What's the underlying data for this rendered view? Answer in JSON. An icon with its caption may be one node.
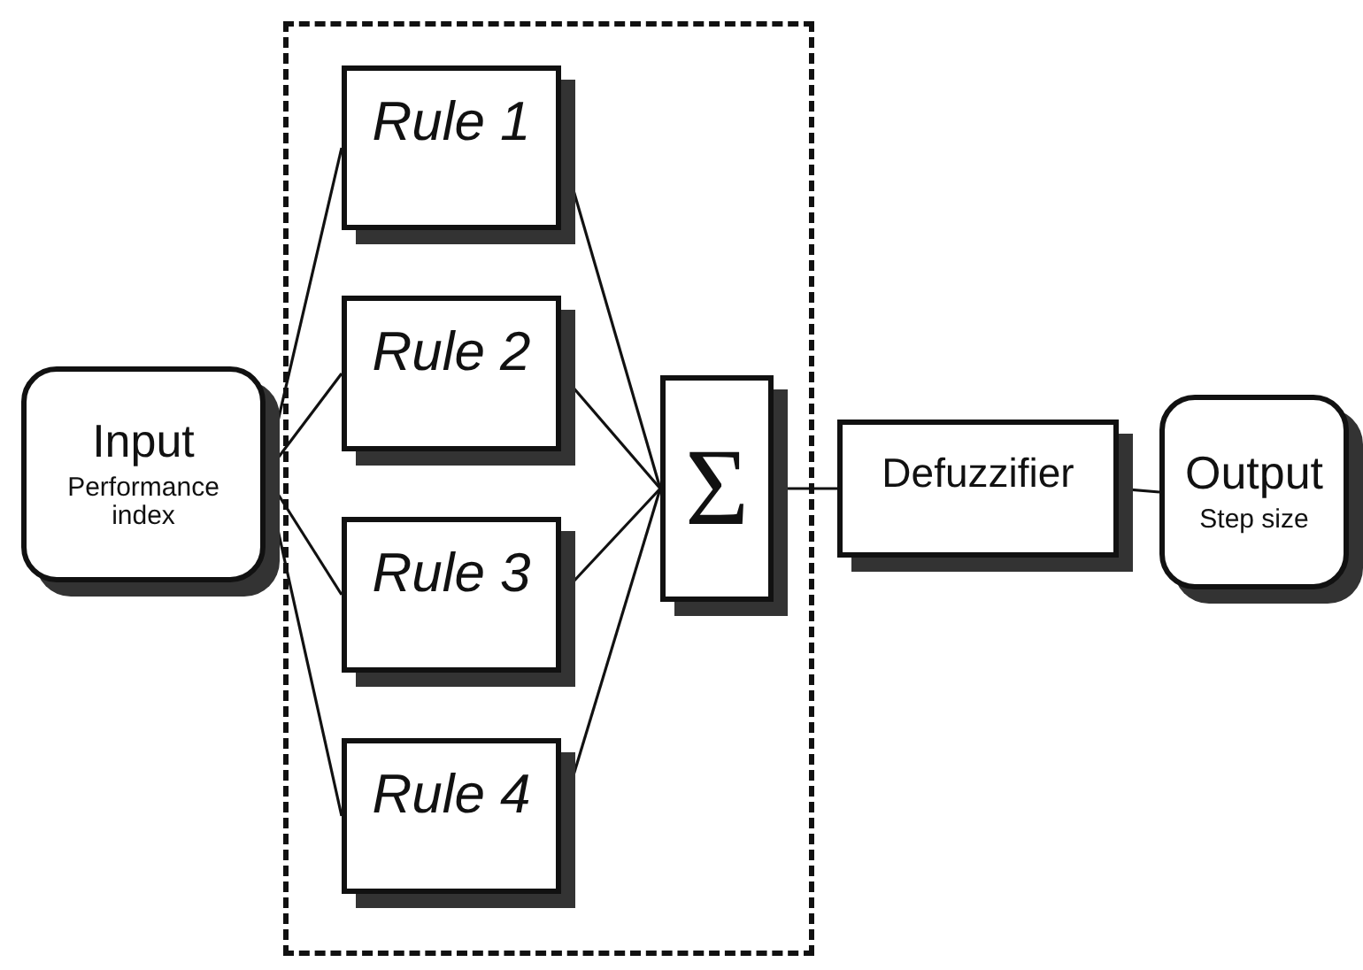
{
  "diagram": {
    "nodes": [
      {
        "text": [
          "Input",
          "Performance index"
        ]
      },
      {
        "text": [],
        "shape": "box"
      },
      {
        "text": [
          "Rule 1"
        ],
        "in": 1
      },
      {
        "text": [
          "Rule 2"
        ],
        "in": 1
      },
      {
        "text": [
          "Rule 3"
        ],
        "in": 1
      },
      {
        "text": [
          "Rule 4"
        ],
        "in": 1
      },
      {
        "text": [
          "Σ"
        ],
        "in": 1
      },
      {
        "text": [
          "Defuzzifier"
        ]
      },
      {
        "text": [
          "Output",
          "Step size"
        ]
      }
    ],
    "edges": [
      {
        "from": 0,
        "to": 2,
        "arrow": "none"
      },
      {
        "from": 0,
        "to": 3,
        "arrow": "none"
      },
      {
        "from": 0,
        "to": 4,
        "arrow": "none"
      },
      {
        "from": 0,
        "to": 5,
        "arrow": "none"
      },
      {
        "from": 2,
        "to": 6,
        "arrow": "none"
      },
      {
        "from": 3,
        "to": 6,
        "arrow": "none"
      },
      {
        "from": 4,
        "to": 6,
        "arrow": "none"
      },
      {
        "from": 5,
        "to": 6,
        "arrow": "none"
      },
      {
        "from": 6,
        "to": 7,
        "arrow": "none"
      },
      {
        "from": 7,
        "to": 8,
        "arrow": "none"
      }
    ]
  }
}
